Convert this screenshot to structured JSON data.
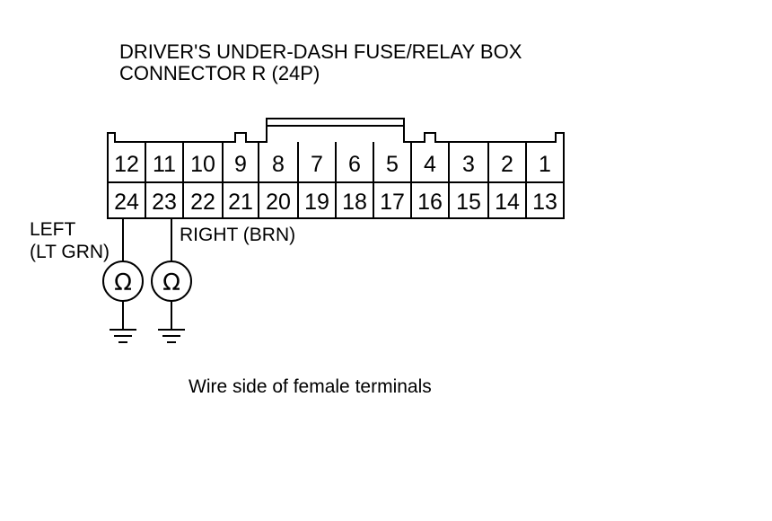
{
  "title": {
    "line1": "DRIVER'S UNDER-DASH FUSE/RELAY BOX",
    "line2": "CONNECTOR R (24P)"
  },
  "connector": {
    "top_row": [
      "12",
      "11",
      "10",
      "9",
      "8",
      "7",
      "6",
      "5",
      "4",
      "3",
      "2",
      "1"
    ],
    "bottom_row": [
      "24",
      "23",
      "22",
      "21",
      "20",
      "19",
      "18",
      "17",
      "16",
      "15",
      "14",
      "13"
    ]
  },
  "probes": {
    "left": {
      "label_line1": "LEFT",
      "label_line2": "(LT GRN)",
      "meter_symbol": "Ω",
      "terminal": "24"
    },
    "right": {
      "label": "RIGHT (BRN)",
      "meter_symbol": "Ω",
      "terminal": "23"
    }
  },
  "caption": "Wire side of female terminals"
}
